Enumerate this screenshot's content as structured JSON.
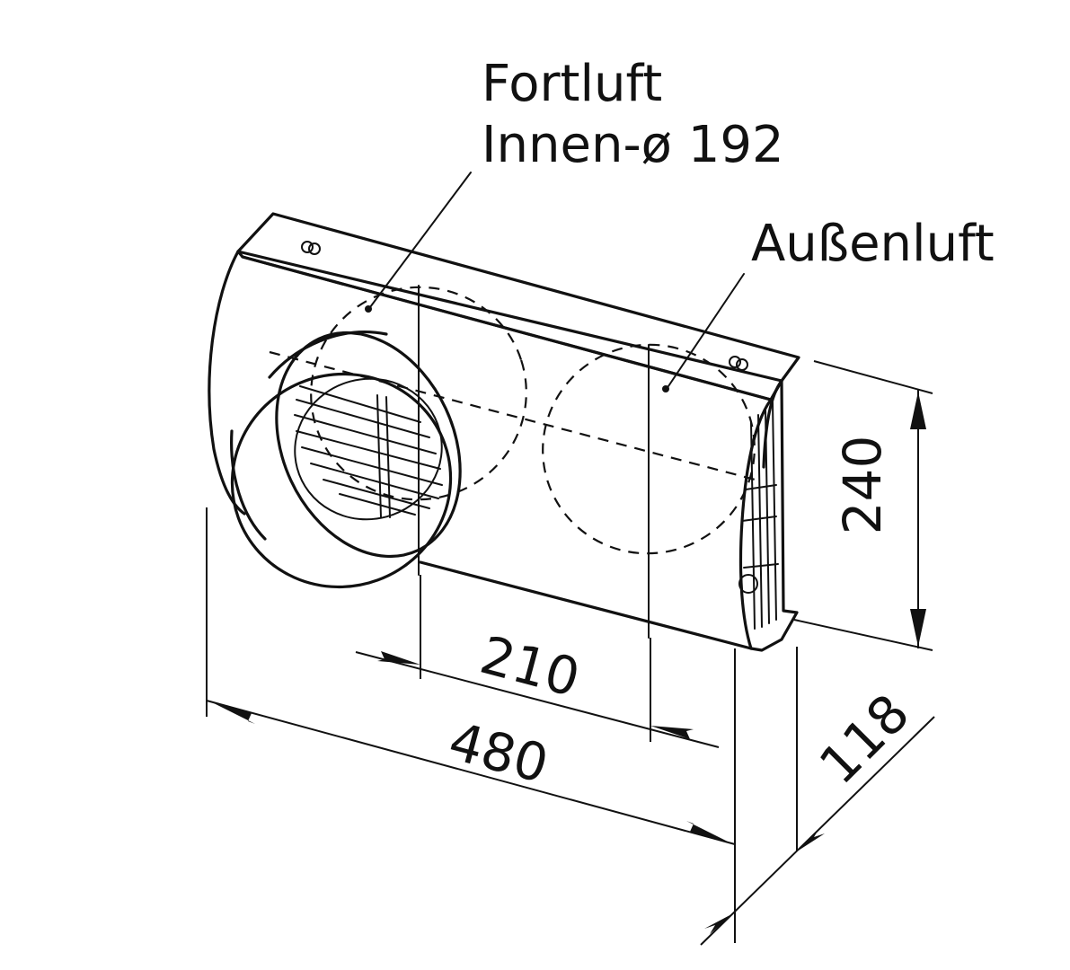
{
  "labels": {
    "fortluft_line1": "Fortluft",
    "fortluft_line2": "Innen-ø 192",
    "aussenluft": "Außenluft"
  },
  "dimensions": {
    "d210": "210",
    "d480": "480",
    "d240": "240",
    "d118": "118"
  }
}
